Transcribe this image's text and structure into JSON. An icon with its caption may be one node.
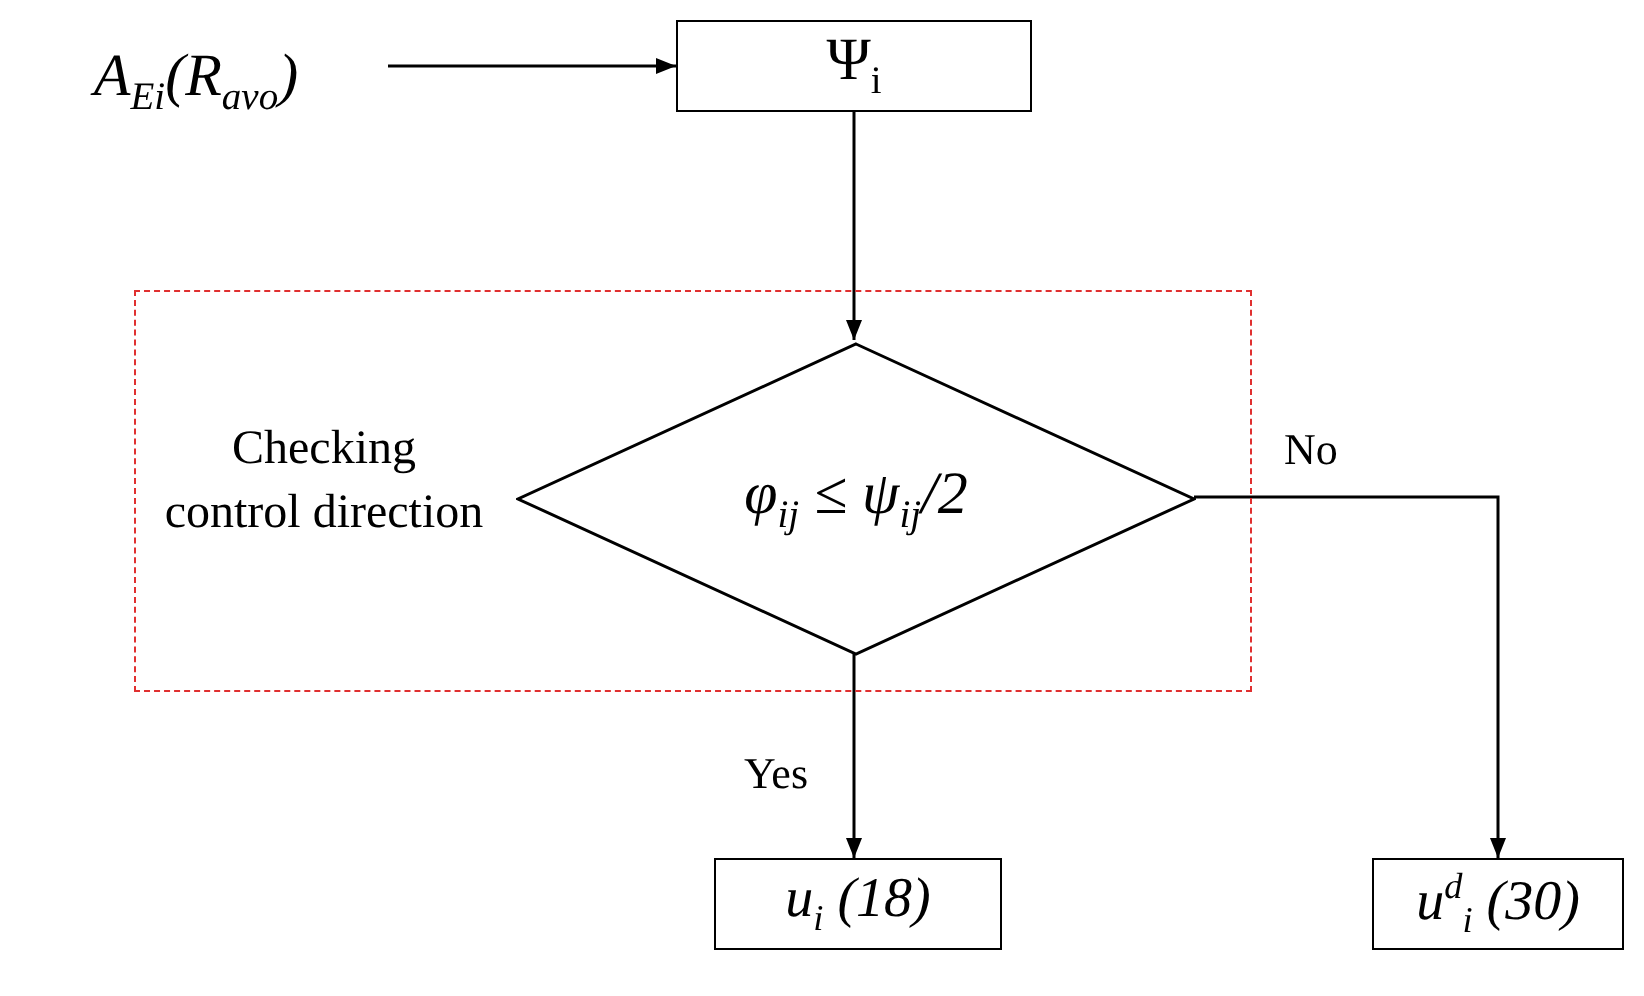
{
  "diagram": {
    "nodes": [
      {
        "text": [
          "A$_{Ei}$(R$_{avo}$)"
        ]
      },
      {
        "text": [
          "Ψ$_{i}$"
        ]
      },
      {
        "text": [
          "Checking control direction"
        ]
      },
      {
        "text": [
          "φ$_{ij}$ ≤ ψ$_{ij}$/2"
        ],
        "in": 2
      },
      {
        "text": [
          "u$_{i}$ (18)"
        ]
      },
      {
        "text": [
          "u$^{d}$$_{i}$ (30)"
        ]
      }
    ],
    "edges": [
      {
        "from": 0,
        "to": 1,
        "arrow": "to"
      },
      {
        "from": 1,
        "to": 3,
        "arrow": "to"
      },
      {
        "from": 3,
        "to": 4,
        "arrow": "to",
        "label": "Yes"
      },
      {
        "from": 3,
        "to": 5,
        "arrow": "to",
        "label": "No"
      }
    ]
  }
}
